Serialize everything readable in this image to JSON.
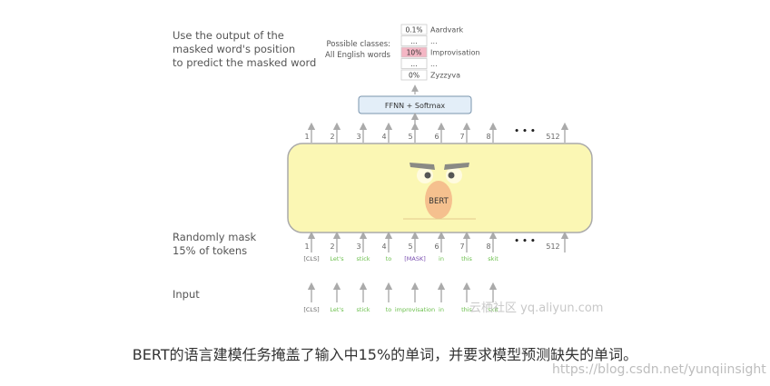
{
  "top_description": "Use the output of the\nmasked word's position\nto predict the masked word",
  "possible_classes_label": "Possible classes:\nAll English words",
  "classes": [
    {
      "prob": "0.1%",
      "word": "Aardvark",
      "highlight": false
    },
    {
      "prob": "...",
      "word": "...",
      "highlight": false
    },
    {
      "prob": "10%",
      "word": "Improvisation",
      "highlight": true
    },
    {
      "prob": "...",
      "word": "...",
      "highlight": false
    },
    {
      "prob": "0%",
      "word": "Zyzzyva",
      "highlight": false
    }
  ],
  "ffnn_label": "FFNN + Softmax",
  "bert_label": "BERT",
  "output_positions": [
    "1",
    "2",
    "3",
    "4",
    "5",
    "6",
    "7",
    "8",
    "512"
  ],
  "input_positions": [
    "1",
    "2",
    "3",
    "4",
    "5",
    "6",
    "7",
    "8",
    "512"
  ],
  "ellipsis": "• • •",
  "mask_description": "Randomly mask\n15% of tokens",
  "masked_tokens": [
    "[CLS]",
    "Let's",
    "stick",
    "to",
    "[MASK]",
    "in",
    "this",
    "skit"
  ],
  "input_label": "Input",
  "input_tokens": [
    "[CLS]",
    "Let's",
    "stick",
    "to",
    "improvisation",
    "in",
    "this",
    "skit"
  ],
  "caption": "BERT的语言建模任务掩盖了输入中15%的单词，并要求模型预测缺失的单词。",
  "watermark_center": "云栖社区 yq.aliyun.com",
  "watermark_bottom": "https://blog.csdn.net/yunqiinsight",
  "colors": {
    "bert_box_fill": "#fbf7b4",
    "bert_box_stroke": "#aaaaaa",
    "face_circle": "#fbf3b0",
    "nose_fill": "#f5c08e",
    "eyebrow": "#8a8a84",
    "ffnn_fill": "#e3eef8",
    "ffnn_stroke": "#7a94ad",
    "highlight": "#f4b6c4",
    "arrow": "#aaaaaa",
    "token_green": "#6abf4b",
    "mask_purple": "#7a4fb0"
  },
  "icons": [
    "up-arrow-icon",
    "ellipsis-dots"
  ]
}
